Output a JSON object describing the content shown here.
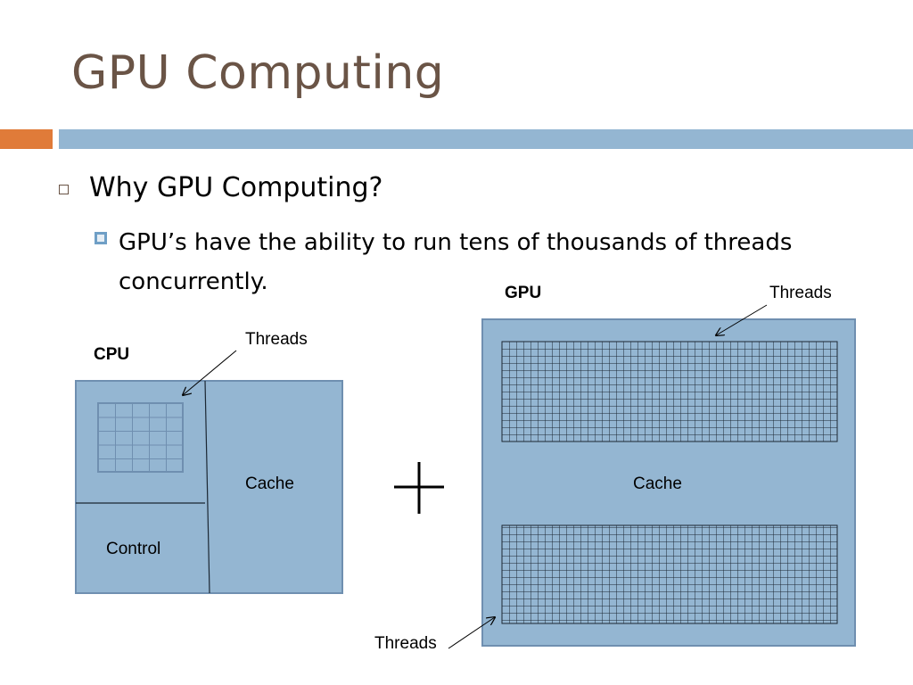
{
  "slide": {
    "title": "GPU Computing",
    "bullet_1": "Why GPU Computing?",
    "bullet_2": "GPU’s have the ability to run tens of thousands of threads concurrently."
  },
  "cpu": {
    "label": "CPU",
    "threads_label": "Threads",
    "cache_label": "Cache",
    "control_label": "Control"
  },
  "plus_sign": "+",
  "gpu": {
    "label": "GPU",
    "threads_label_top": "Threads",
    "cache_label": "Cache",
    "threads_label_bottom": "Threads"
  },
  "colors": {
    "title": "#6a5446",
    "accent_orange": "#e07b39",
    "accent_blue": "#94b6d2",
    "box_fill": "#94b6d2",
    "box_border": "#6f8fb0"
  }
}
